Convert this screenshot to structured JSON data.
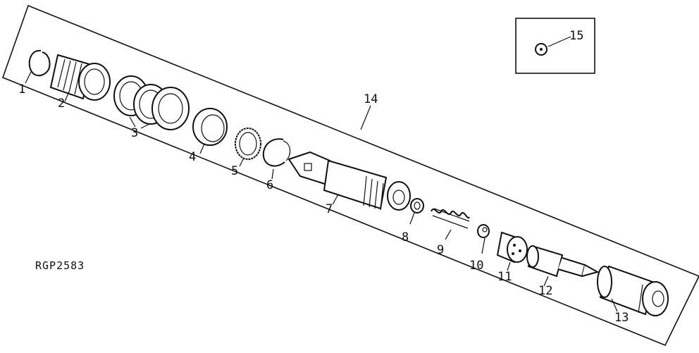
{
  "figure": {
    "code": "RGP2583",
    "parts": [
      {
        "id": "1",
        "label": "1"
      },
      {
        "id": "2",
        "label": "2"
      },
      {
        "id": "3",
        "label": "3"
      },
      {
        "id": "4",
        "label": "4"
      },
      {
        "id": "5",
        "label": "5"
      },
      {
        "id": "6",
        "label": "6"
      },
      {
        "id": "7",
        "label": "7"
      },
      {
        "id": "8",
        "label": "8"
      },
      {
        "id": "9",
        "label": "9"
      },
      {
        "id": "10",
        "label": "10"
      },
      {
        "id": "11",
        "label": "11"
      },
      {
        "id": "12",
        "label": "12"
      },
      {
        "id": "13",
        "label": "13"
      },
      {
        "id": "14",
        "label": "14"
      },
      {
        "id": "15",
        "label": "15"
      }
    ]
  }
}
